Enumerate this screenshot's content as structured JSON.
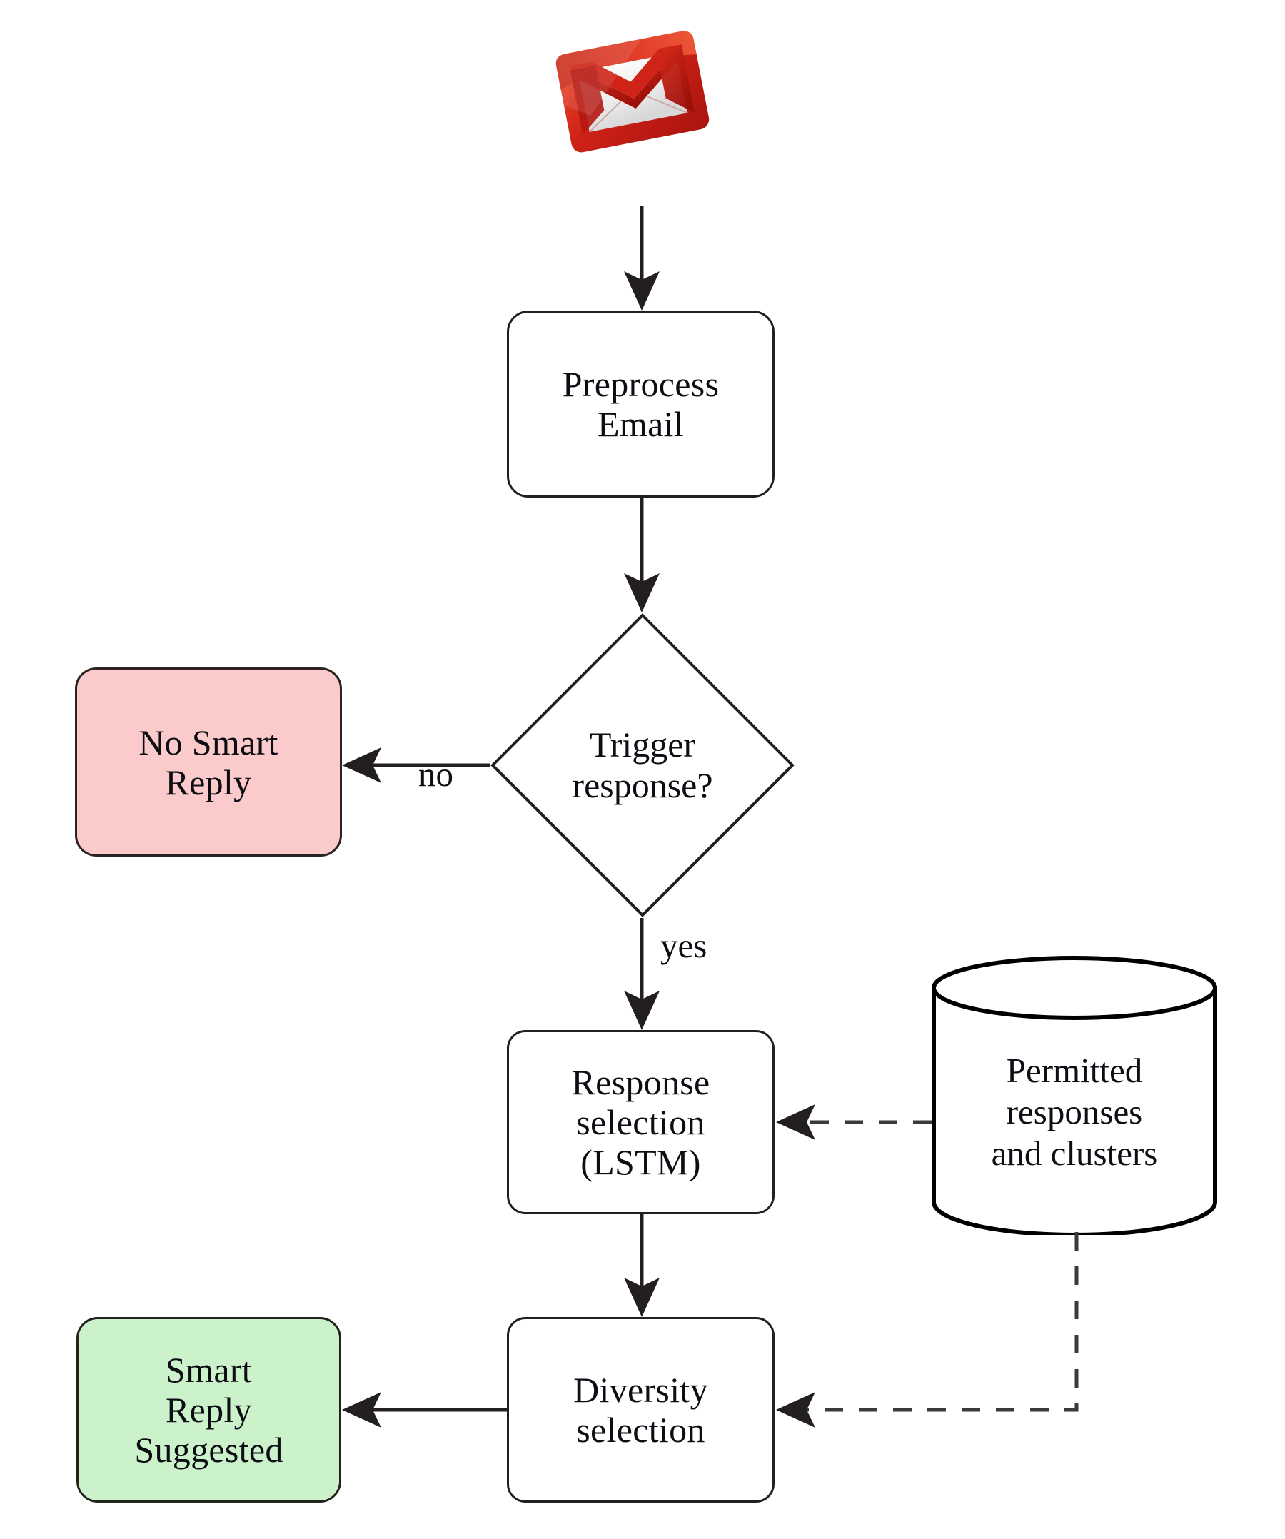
{
  "diagram": {
    "title": "Smart Reply pipeline flowchart",
    "colors": {
      "stroke": "#231f20",
      "no_smart_reply_fill": "#fbcaca",
      "smart_reply_fill": "#ccf2cc",
      "node_fill": "#ffffff",
      "gmail_red_light": "#e8402a",
      "gmail_red_dark": "#b4170f",
      "gmail_envelope": "#f2f2f2"
    },
    "nodes": {
      "source": {
        "icon": "gmail-envelope-icon",
        "label": ""
      },
      "preprocess": {
        "label": "Preprocess\nEmail",
        "shape": "rounded-rect"
      },
      "decision": {
        "label": "Trigger\nresponse?",
        "shape": "diamond"
      },
      "no_smart_reply": {
        "label": "No Smart\nReply",
        "shape": "rounded-rect"
      },
      "response_selection": {
        "label": "Response\nselection\n(LSTM)",
        "shape": "rounded-rect"
      },
      "diversity_selection": {
        "label": "Diversity\nselection",
        "shape": "rounded-rect"
      },
      "smart_reply_suggested": {
        "label": "Smart\nReply\nSuggested",
        "shape": "rounded-rect"
      },
      "datastore": {
        "label": "Permitted\nresponses\nand clusters",
        "shape": "cylinder"
      }
    },
    "edges": [
      {
        "from": "source",
        "to": "preprocess",
        "style": "solid",
        "label": ""
      },
      {
        "from": "preprocess",
        "to": "decision",
        "style": "solid",
        "label": ""
      },
      {
        "from": "decision",
        "to": "no_smart_reply",
        "style": "solid",
        "label": "no"
      },
      {
        "from": "decision",
        "to": "response_selection",
        "style": "solid",
        "label": "yes"
      },
      {
        "from": "response_selection",
        "to": "diversity_selection",
        "style": "solid",
        "label": ""
      },
      {
        "from": "diversity_selection",
        "to": "smart_reply_suggested",
        "style": "solid",
        "label": ""
      },
      {
        "from": "datastore",
        "to": "response_selection",
        "style": "dashed",
        "label": ""
      },
      {
        "from": "datastore",
        "to": "diversity_selection",
        "style": "dashed",
        "label": ""
      }
    ],
    "edge_labels": {
      "no": "no",
      "yes": "yes"
    }
  }
}
